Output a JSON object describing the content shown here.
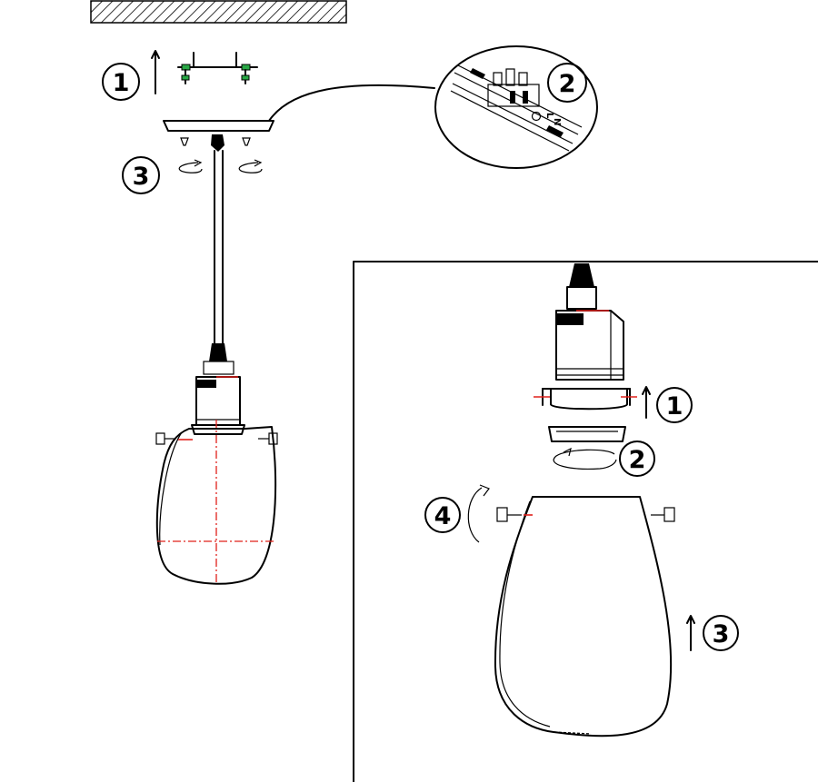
{
  "steps": {
    "top": [
      {
        "label": "1"
      },
      {
        "label": "2"
      },
      {
        "label": "3"
      }
    ],
    "detail": [
      {
        "label": "1"
      },
      {
        "label": "2"
      },
      {
        "label": "3"
      },
      {
        "label": "4"
      }
    ]
  },
  "connector_terminal_marks": [
    "L",
    "N"
  ],
  "colors": {
    "line": "#000000",
    "centerline": "#e0201b",
    "screw_highlight": "#28a745"
  }
}
